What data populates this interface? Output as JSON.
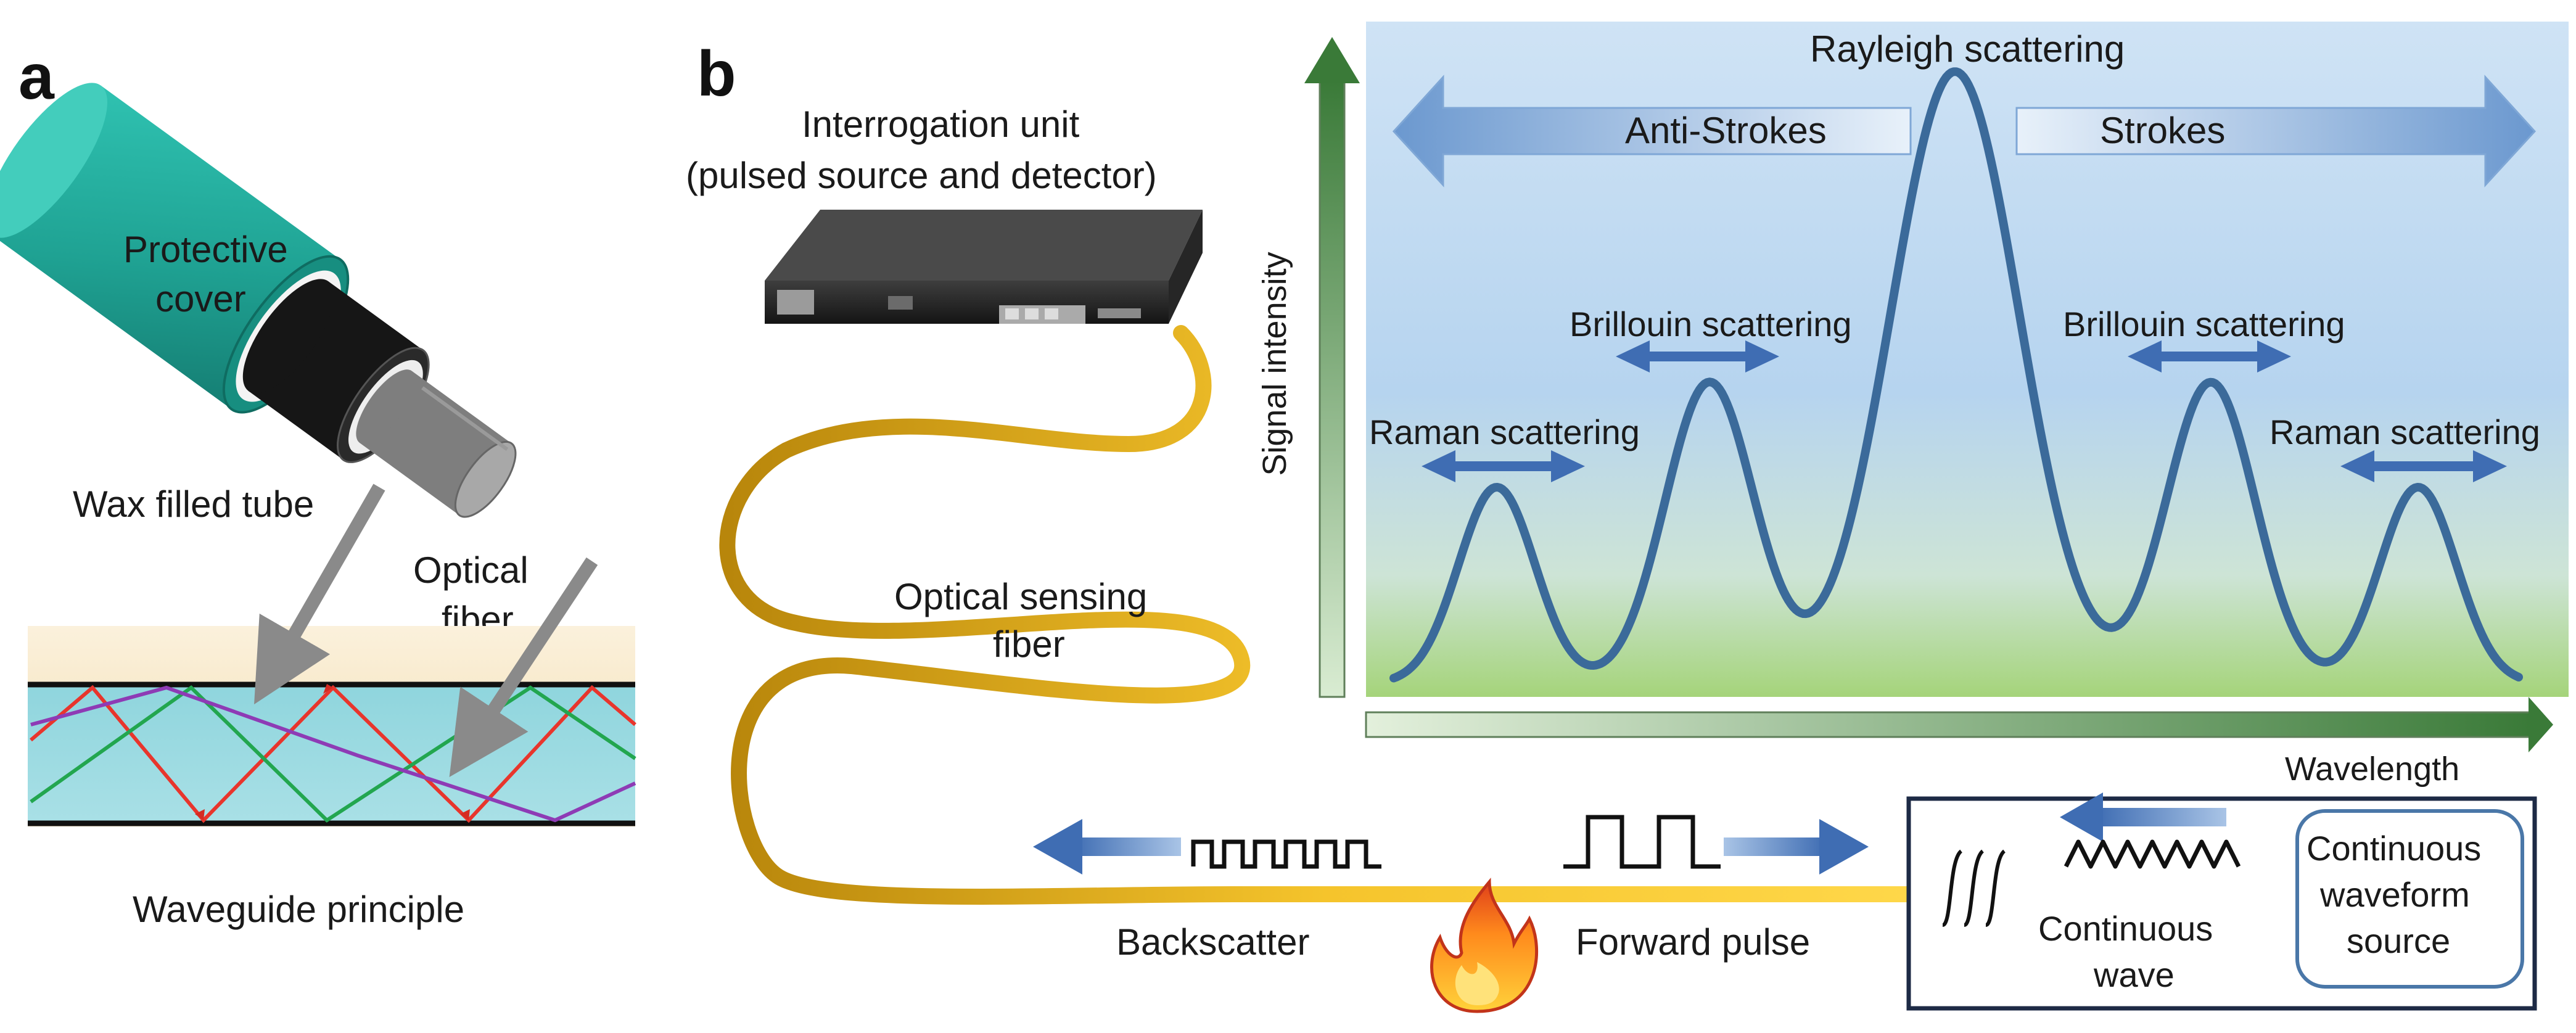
{
  "panel_a": {
    "letter": "a",
    "protective_cover": [
      "Protective",
      "cover"
    ],
    "wax_filled_tube": "Wax filled tube",
    "optical_fiber": [
      "Optical",
      "fiber"
    ],
    "waveguide_principle": "Waveguide principle"
  },
  "panel_b": {
    "letter": "b",
    "interrogation_unit": [
      "Interrogation unit",
      "(pulsed source and detector)"
    ],
    "optical_sensing_fiber": [
      "Optical sensing",
      "fiber"
    ],
    "backscatter": "Backscatter",
    "forward_pulse": "Forward pulse",
    "continuous_wave": [
      "Continuous",
      "wave"
    ],
    "cw_source": [
      "Continuous",
      "waveform",
      "source"
    ],
    "spectrum": {
      "y_axis_label": "Signal intensity",
      "x_axis_label": "Wavelength",
      "rayleigh": "Rayleigh scattering",
      "anti_strokes": "Anti-Strokes",
      "strokes": "Strokes",
      "brillouin_left": "Brillouin scattering",
      "brillouin_right": "Brillouin scattering",
      "raman_left": "Raman scattering",
      "raman_right": "Raman scattering"
    }
  },
  "colors": {
    "cable_teal": "#21a89a",
    "fiber_gold": "#e9b01c",
    "spectrum_curve": "#3b6a9a",
    "axis_green": "#3c7a3c",
    "arrow_blue": "#4b77b8"
  }
}
